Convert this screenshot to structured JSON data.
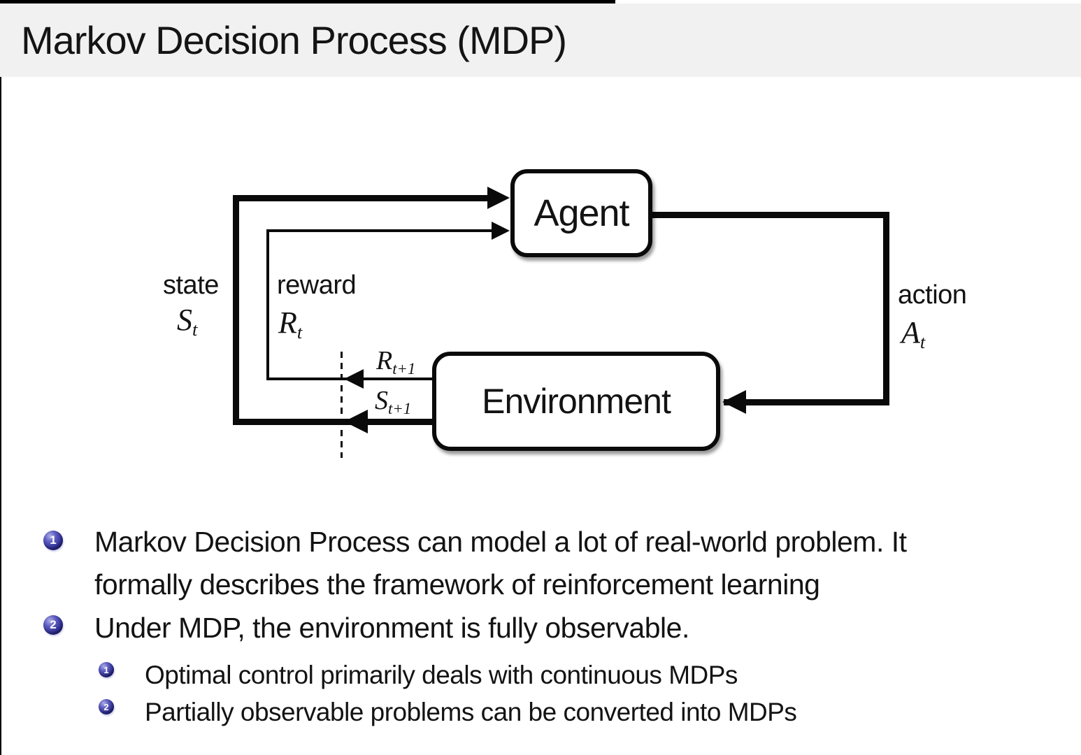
{
  "title": "Markov Decision Process (MDP)",
  "diagram": {
    "agent_label": "Agent",
    "environment_label": "Environment",
    "state": {
      "label": "state",
      "symbol": "S",
      "subscript": "t"
    },
    "reward": {
      "label": "reward",
      "symbol": "R",
      "subscript": "t"
    },
    "action": {
      "label": "action",
      "symbol": "A",
      "subscript": "t"
    },
    "next_reward": {
      "symbol": "R",
      "subscript": "t+1"
    },
    "next_state": {
      "symbol": "S",
      "subscript": "t+1"
    }
  },
  "bullets": [
    {
      "number": "1",
      "lines": [
        "Markov Decision Process can model a lot of real-world problem. It",
        "formally describes the framework of reinforcement learning"
      ]
    },
    {
      "number": "2",
      "lines": [
        "Under MDP, the environment is fully observable."
      ],
      "subitems": [
        {
          "number": "1",
          "text": "Optimal control primarily deals with continuous MDPs"
        },
        {
          "number": "2",
          "text": "Partially observable problems can be converted into MDPs"
        }
      ]
    }
  ],
  "colors": {
    "title_band_bg": "#f1f1f2",
    "text": "#131313",
    "line": "#0a0a0a",
    "ball_blue": "#28288e",
    "box_fill": "#ffffff"
  }
}
